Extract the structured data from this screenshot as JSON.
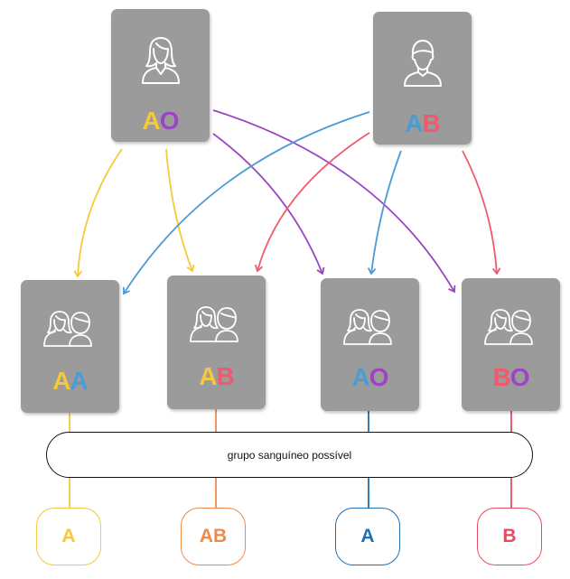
{
  "colors": {
    "A": "#f5c93a",
    "O": "#9b45c4",
    "B": "#ef5a6e",
    "A2": "#4b9bd4",
    "card": "#9b9b9b",
    "result_A1": "#f5c93a",
    "result_AB": "#f08a4b",
    "result_A2": "#1f6fb2",
    "result_B": "#e84a5f"
  },
  "parents": {
    "mother": {
      "icon": "woman-icon",
      "allele1": "A",
      "allele2": "O"
    },
    "father": {
      "icon": "man-icon",
      "allele1": "A",
      "allele2": "B"
    }
  },
  "children": [
    {
      "allele1": "A",
      "allele2": "A"
    },
    {
      "allele1": "A",
      "allele2": "B"
    },
    {
      "allele1": "A",
      "allele2": "O"
    },
    {
      "allele1": "B",
      "allele2": "O"
    }
  ],
  "banner": {
    "label": "grupo sanguíneo possível"
  },
  "results": [
    {
      "label": "A"
    },
    {
      "label": "AB"
    },
    {
      "label": "A"
    },
    {
      "label": "B"
    }
  ]
}
